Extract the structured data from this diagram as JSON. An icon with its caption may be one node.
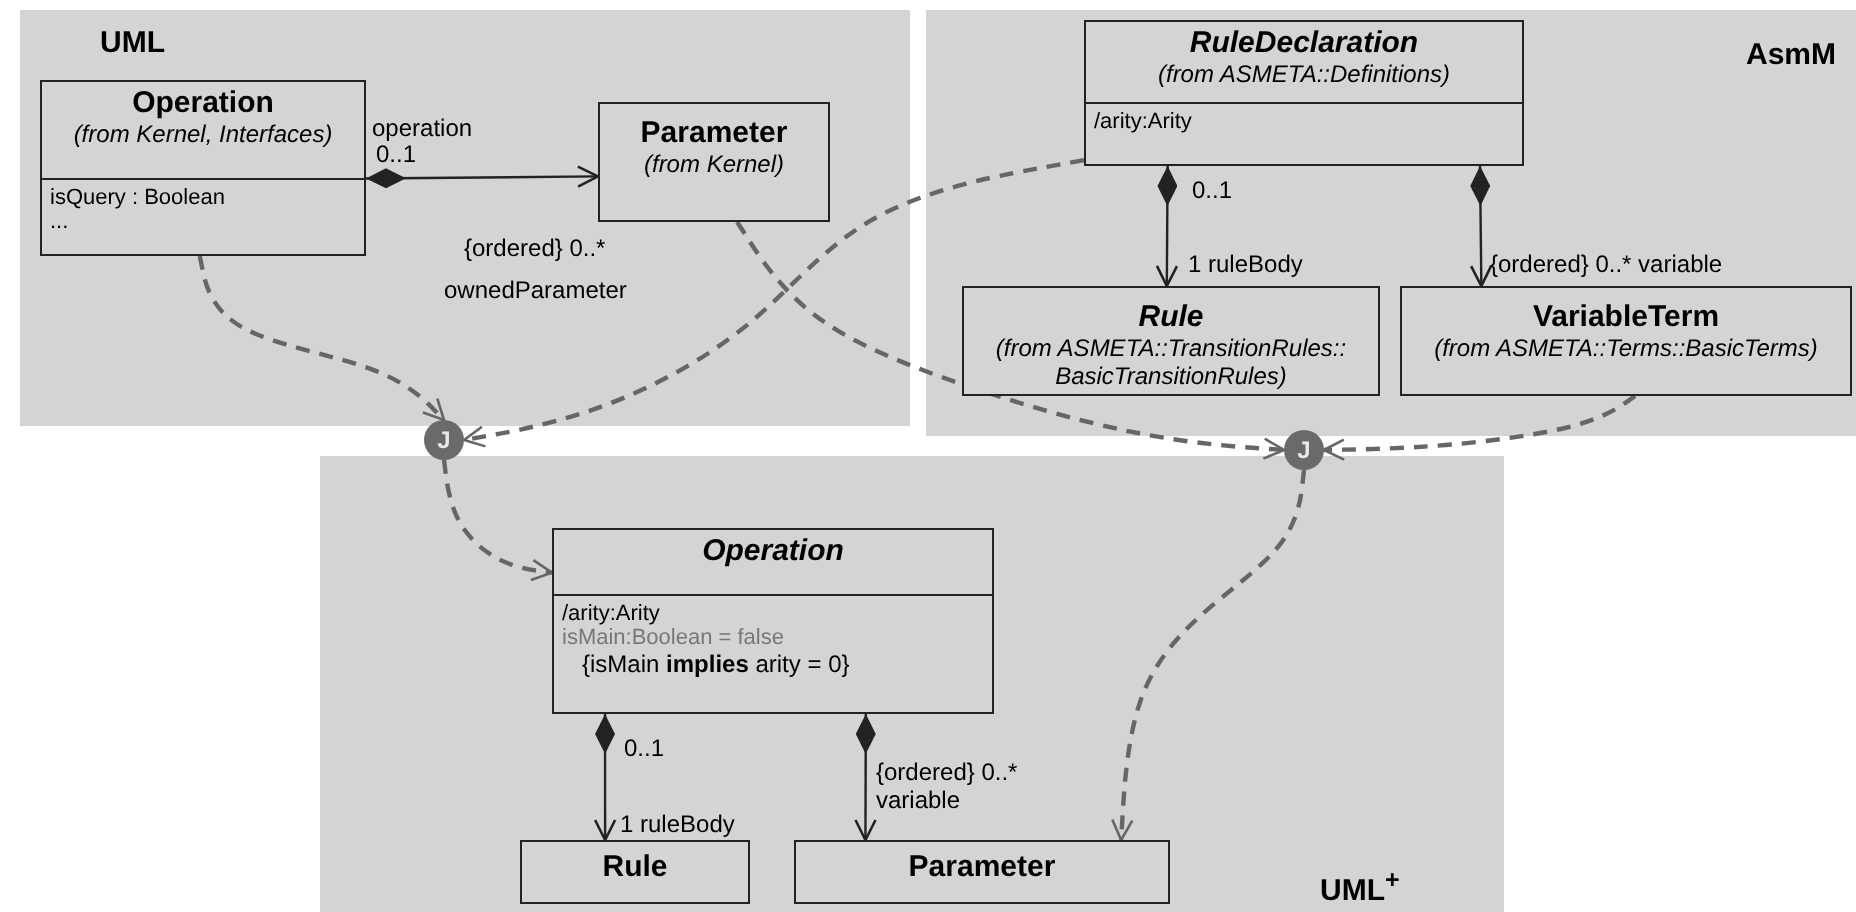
{
  "diagram": {
    "nodes": [
      {
        "text": [
          "UML"
        ]
      },
      {
        "text": [
          "AsmM"
        ]
      },
      {
        "text": [
          "UML$^{+}$"
        ]
      },
      {
        "text": [
          "Operation",
          "(from Kernel, Interfaces)",
          "isQuery : Boolean",
          "..."
        ],
        "in": 0
      },
      {
        "text": [
          "Parameter",
          "(from Kernel)"
        ],
        "in": 0
      },
      {
        "text": [
          "RuleDeclaration",
          "(from ASMETA::Definitions)",
          "/arity:Arity"
        ],
        "in": 1
      },
      {
        "text": [
          "Rule",
          "(from ASMETA::TransitionRules:: BasicTransitionRules)"
        ],
        "in": 1
      },
      {
        "text": [
          "VariableTerm",
          "(from ASMETA::Terms::BasicTerms)"
        ],
        "in": 1
      },
      {
        "text": [
          "J"
        ]
      },
      {
        "text": [
          "J"
        ]
      },
      {
        "text": [
          "Operation",
          "/arity:Arity",
          "isMain:Boolean = false",
          "{isMain **implies** arity = 0}"
        ],
        "in": 2
      },
      {
        "text": [
          "Rule"
        ],
        "in": 2
      },
      {
        "text": [
          "Parameter"
        ],
        "in": 2
      }
    ],
    "edges": [
      {
        "from": 3,
        "to": 4,
        "arrow": "to"
      },
      {
        "from": 5,
        "to": 6,
        "arrow": "to"
      },
      {
        "from": 5,
        "to": 7,
        "arrow": "to"
      },
      {
        "from": 3,
        "to": 8,
        "arrow": "to",
        "style": "dashed",
        "color": "#666666"
      },
      {
        "from": 5,
        "to": 8,
        "arrow": "to",
        "style": "dashed",
        "color": "#666666"
      },
      {
        "from": 8,
        "to": 10,
        "arrow": "to",
        "style": "dashed",
        "color": "#666666"
      },
      {
        "from": 4,
        "to": 9,
        "arrow": "to",
        "style": "dashed",
        "color": "#666666"
      },
      {
        "from": 7,
        "to": 9,
        "arrow": "to",
        "style": "dashed",
        "color": "#666666"
      },
      {
        "from": 9,
        "to": 12,
        "arrow": "to",
        "style": "dashed",
        "color": "#666666"
      },
      {
        "from": 10,
        "to": 11,
        "arrow": "to"
      },
      {
        "from": 10,
        "to": 12,
        "arrow": "to"
      }
    ],
    "labels": [
      "operation",
      "0..1",
      "{ordered} 0..*",
      "ownedParameter",
      "0..1",
      "1 ruleBody",
      "{ordered} 0..* variable",
      "0..1",
      "1 ruleBody",
      "{ordered} 0..* variable"
    ]
  }
}
